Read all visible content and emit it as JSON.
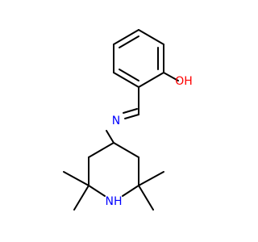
{
  "molecule": {
    "atoms": {
      "oh": "OH",
      "imine_n": "N",
      "ring_nh": "NH"
    },
    "colors": {
      "bond": "#000000",
      "oxygen": "#ff0000",
      "nitrogen": "#0000ff"
    }
  }
}
